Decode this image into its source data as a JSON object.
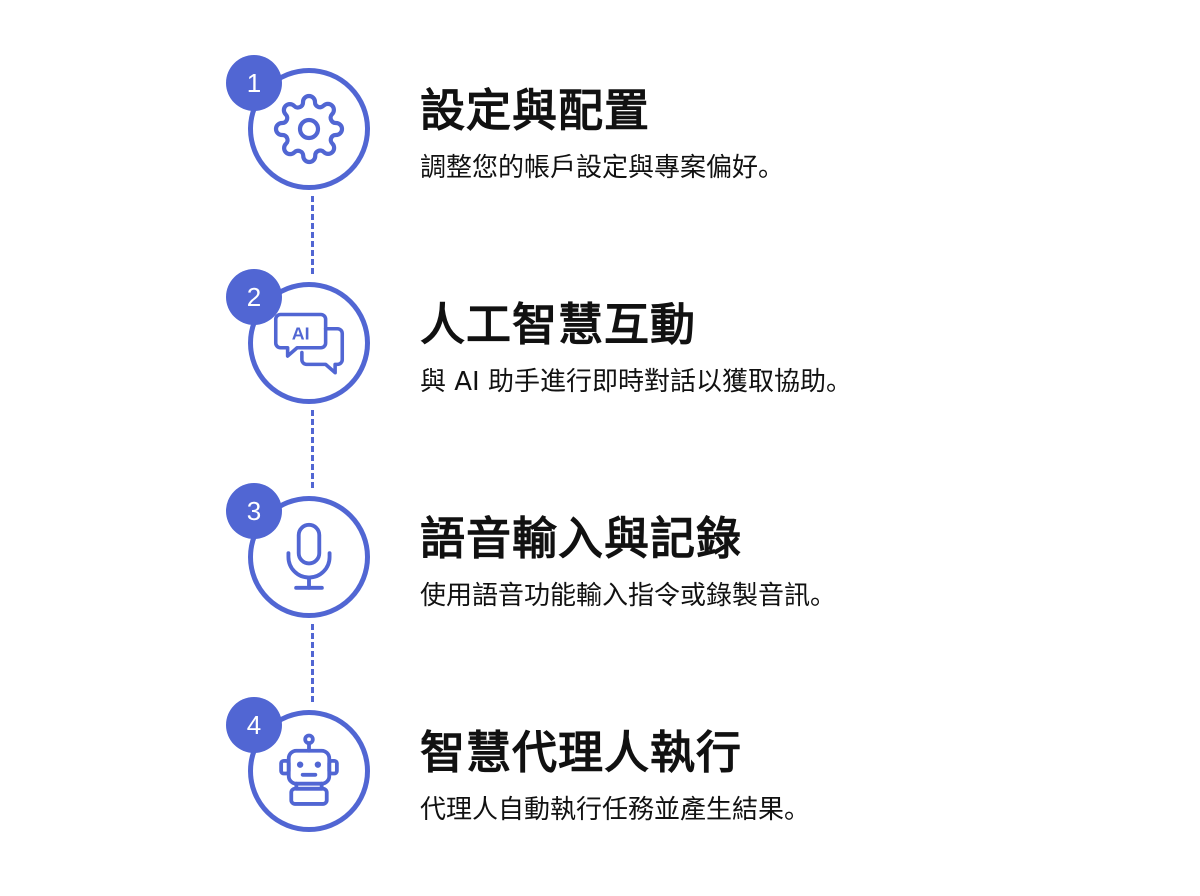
{
  "accent_color": "#5166d3",
  "steps": [
    {
      "number": "1",
      "icon": "gear-icon",
      "title": "設定與配置",
      "description": "調整您的帳戶設定與專案偏好。"
    },
    {
      "number": "2",
      "icon": "ai-chat-icon",
      "icon_text": "AI",
      "title": "人工智慧互動",
      "description": "與 AI 助手進行即時對話以獲取協助。"
    },
    {
      "number": "3",
      "icon": "microphone-icon",
      "title": "語音輸入與記錄",
      "description": "使用語音功能輸入指令或錄製音訊。"
    },
    {
      "number": "4",
      "icon": "robot-icon",
      "title": "智慧代理人執行",
      "description": "代理人自動執行任務並產生結果。"
    }
  ]
}
